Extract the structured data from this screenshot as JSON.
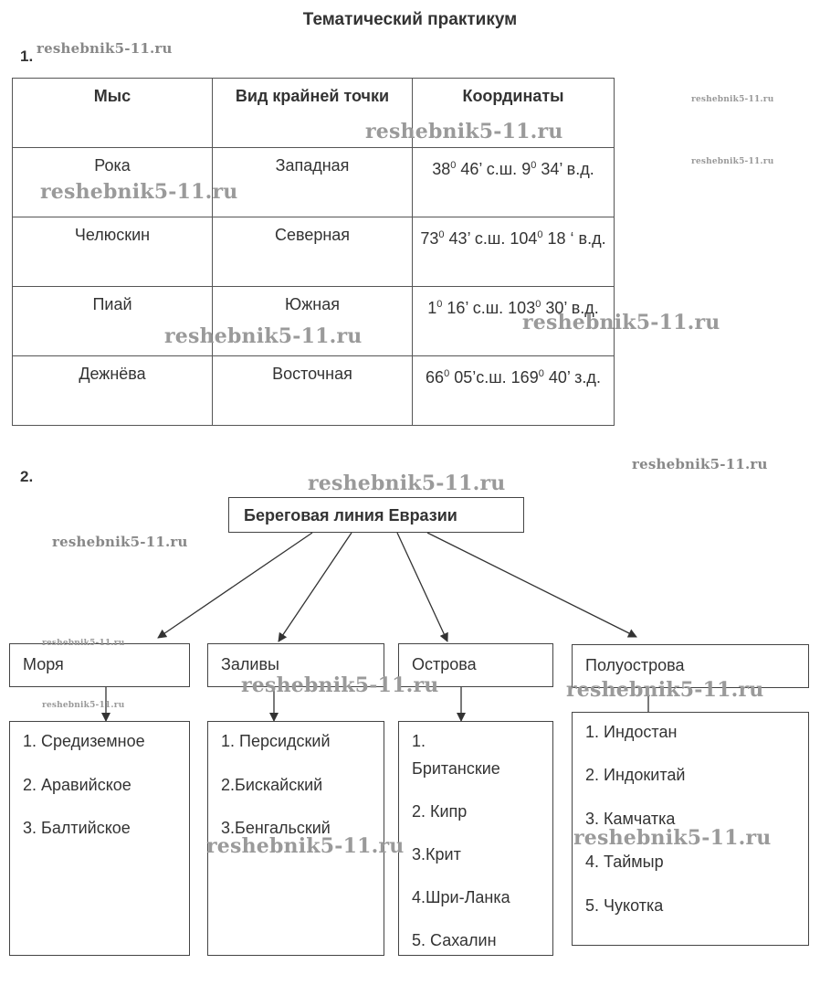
{
  "title": "Тематический практикум",
  "task1": {
    "number": "1."
  },
  "table": {
    "headers": [
      "Мыс",
      "Вид крайней точки",
      "Координаты"
    ],
    "rows": [
      {
        "cape": "Рока",
        "type": "Западная",
        "coord": {
          "d1": "38",
          "m1": " 46’ с.ш. 9",
          "d2sup": "0",
          "rest": " 34’ в.д.",
          "sup1": "0"
        }
      },
      {
        "cape": "Челюскин",
        "type": "Северная",
        "coord": {
          "d1": "73",
          "m1": " 43’ с.ш. 104",
          "d2sup": "0",
          "rest": " 18 ‘ в.д.",
          "sup1": "0"
        }
      },
      {
        "cape": "Пиай",
        "type": "Южная",
        "coord": {
          "d1": "1",
          "m1": " 16’ с.ш. 103",
          "d2sup": "0",
          "rest": " 30’ в.д.",
          "sup1": "0"
        }
      },
      {
        "cape": "Дежнёва",
        "type": "Восточная",
        "coord": {
          "d1": "66",
          "m1": " 05’с.ш. 169",
          "d2sup": "0",
          "rest": " 40’ з.д.",
          "sup1": "0"
        }
      }
    ]
  },
  "task2": {
    "number": "2."
  },
  "diagram": {
    "root": "Береговая линия Евразии",
    "categories": [
      {
        "label": "Моря",
        "items": [
          "1. Средиземное",
          "2. Аравийское",
          "3. Балтийское"
        ]
      },
      {
        "label": "Заливы",
        "items": [
          "1. Персидский",
          "2.Бискайский",
          "3.Бенгальский"
        ]
      },
      {
        "label": "Острова",
        "items": [
          "1.",
          "Британские",
          "2. Кипр",
          "3.Крит",
          "4.Шри-Ланка",
          "5. Сахалин"
        ]
      },
      {
        "label": "Полуострова",
        "items": [
          "1. Индостан",
          "2. Индокитай",
          "3. Камчатка",
          "4. Таймыр",
          "5. Чукотка"
        ]
      }
    ]
  },
  "watermark": "reshebnik5-11.ru"
}
